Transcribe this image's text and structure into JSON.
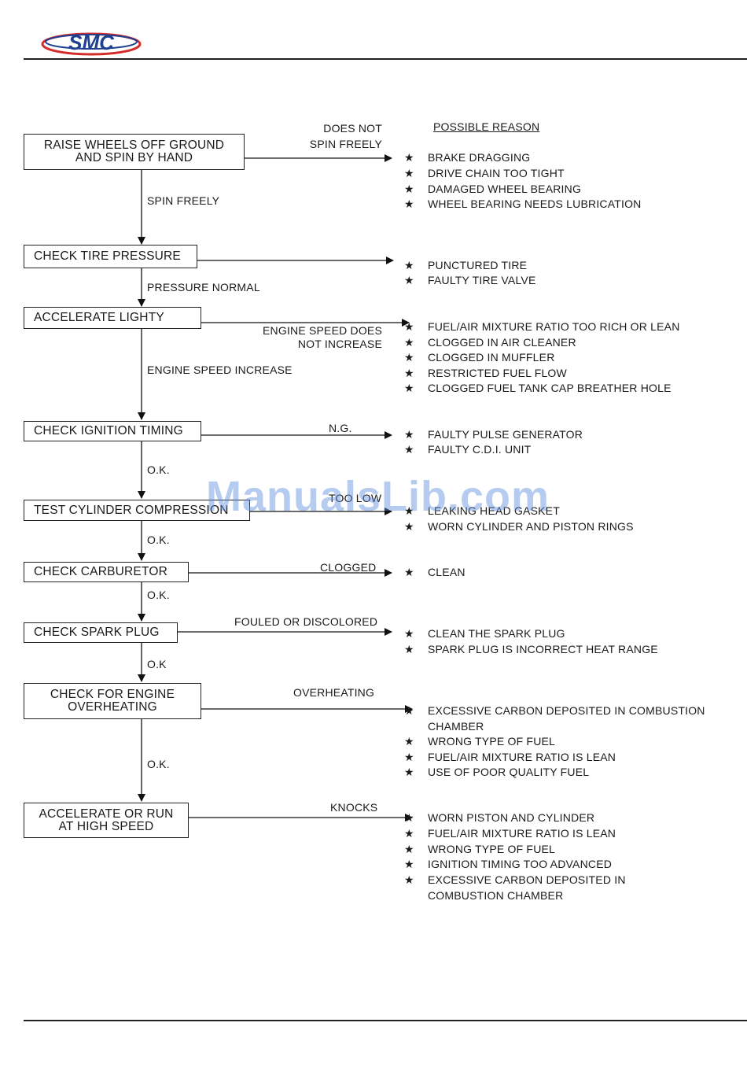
{
  "header": {
    "logo_text": "SMC"
  },
  "flow": {
    "possible_reason_heading": "POSSIBLE REASON",
    "steps": [
      {
        "label": "RAISE WHEELS OFF GROUND\nAND SPIN BY HAND",
        "fail_label": "DOES NOT\nSPIN FREELY",
        "pass_label": "SPIN FREELY",
        "reasons": [
          "BRAKE DRAGGING",
          "DRIVE CHAIN TOO TIGHT",
          "DAMAGED WHEEL BEARING",
          "WHEEL BEARING NEEDS LUBRICATION"
        ]
      },
      {
        "label": "CHECK TIRE PRESSURE",
        "fail_label": "",
        "pass_label": "PRESSURE NORMAL",
        "reasons": [
          "PUNCTURED TIRE",
          "FAULTY TIRE VALVE"
        ]
      },
      {
        "label": "ACCELERATE LIGHTY",
        "fail_label": "ENGINE SPEED DOES\nNOT INCREASE",
        "pass_label": "ENGINE SPEED INCREASE",
        "reasons": [
          "FUEL/AIR MIXTURE RATIO TOO RICH OR LEAN",
          "CLOGGED IN AIR CLEANER",
          "CLOGGED IN MUFFLER",
          "RESTRICTED FUEL FLOW",
          "CLOGGED FUEL TANK CAP BREATHER HOLE"
        ]
      },
      {
        "label": "CHECK IGNITION TIMING",
        "fail_label": "N.G.",
        "pass_label": "O.K.",
        "reasons": [
          "FAULTY PULSE GENERATOR",
          "FAULTY C.D.I. UNIT"
        ]
      },
      {
        "label": "TEST CYLINDER COMPRESSION",
        "fail_label": "TOO LOW",
        "pass_label": "O.K.",
        "reasons": [
          "LEAKING HEAD GASKET",
          "WORN CYLINDER AND PISTON RINGS"
        ]
      },
      {
        "label": "CHECK CARBURETOR",
        "fail_label": "CLOGGED",
        "pass_label": "O.K.",
        "reasons": [
          "CLEAN"
        ]
      },
      {
        "label": "CHECK SPARK PLUG",
        "fail_label": "FOULED OR DISCOLORED",
        "pass_label": "O.K",
        "reasons": [
          "CLEAN THE SPARK PLUG",
          "SPARK PLUG IS INCORRECT HEAT RANGE"
        ]
      },
      {
        "label": "CHECK FOR ENGINE\nOVERHEATING",
        "fail_label": "OVERHEATING",
        "pass_label": "O.K.",
        "reasons": [
          "EXCESSIVE CARBON DEPOSITED IN COMBUSTION\nCHAMBER",
          "WRONG TYPE OF FUEL",
          "FUEL/AIR MIXTURE RATIO IS LEAN",
          "USE OF POOR QUALITY FUEL"
        ]
      },
      {
        "label": "ACCELERATE OR RUN\nAT HIGH SPEED",
        "fail_label": "KNOCKS",
        "pass_label": "",
        "reasons": [
          "WORN PISTON AND CYLINDER",
          "FUEL/AIR MIXTURE RATIO IS LEAN",
          "WRONG TYPE OF FUEL",
          "IGNITION TIMING TOO ADVANCED",
          "EXCESSIVE CARBON DEPOSITED IN\nCOMBUSTION CHAMBER"
        ]
      }
    ]
  },
  "watermark": "ManualsLib.com",
  "colors": {
    "logo_blue": "#1f3f8f",
    "logo_red": "#d42a2a",
    "watermark": "#5a8cdc"
  }
}
